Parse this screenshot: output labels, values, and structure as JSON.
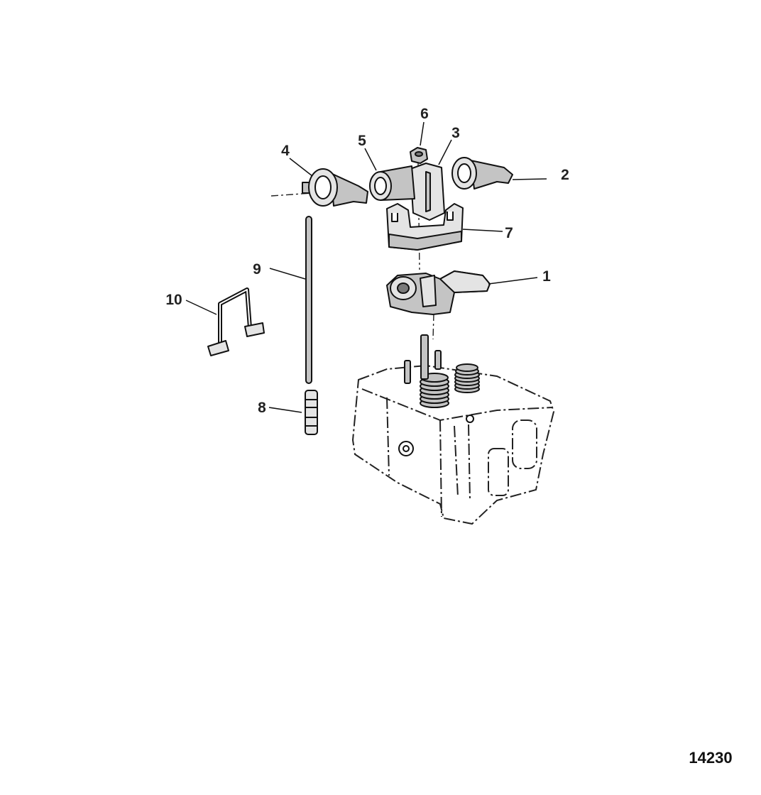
{
  "callouts": [
    "1",
    "2",
    "3",
    "4",
    "5",
    "6",
    "7",
    "8",
    "9",
    "10"
  ],
  "figure_number": "14230"
}
